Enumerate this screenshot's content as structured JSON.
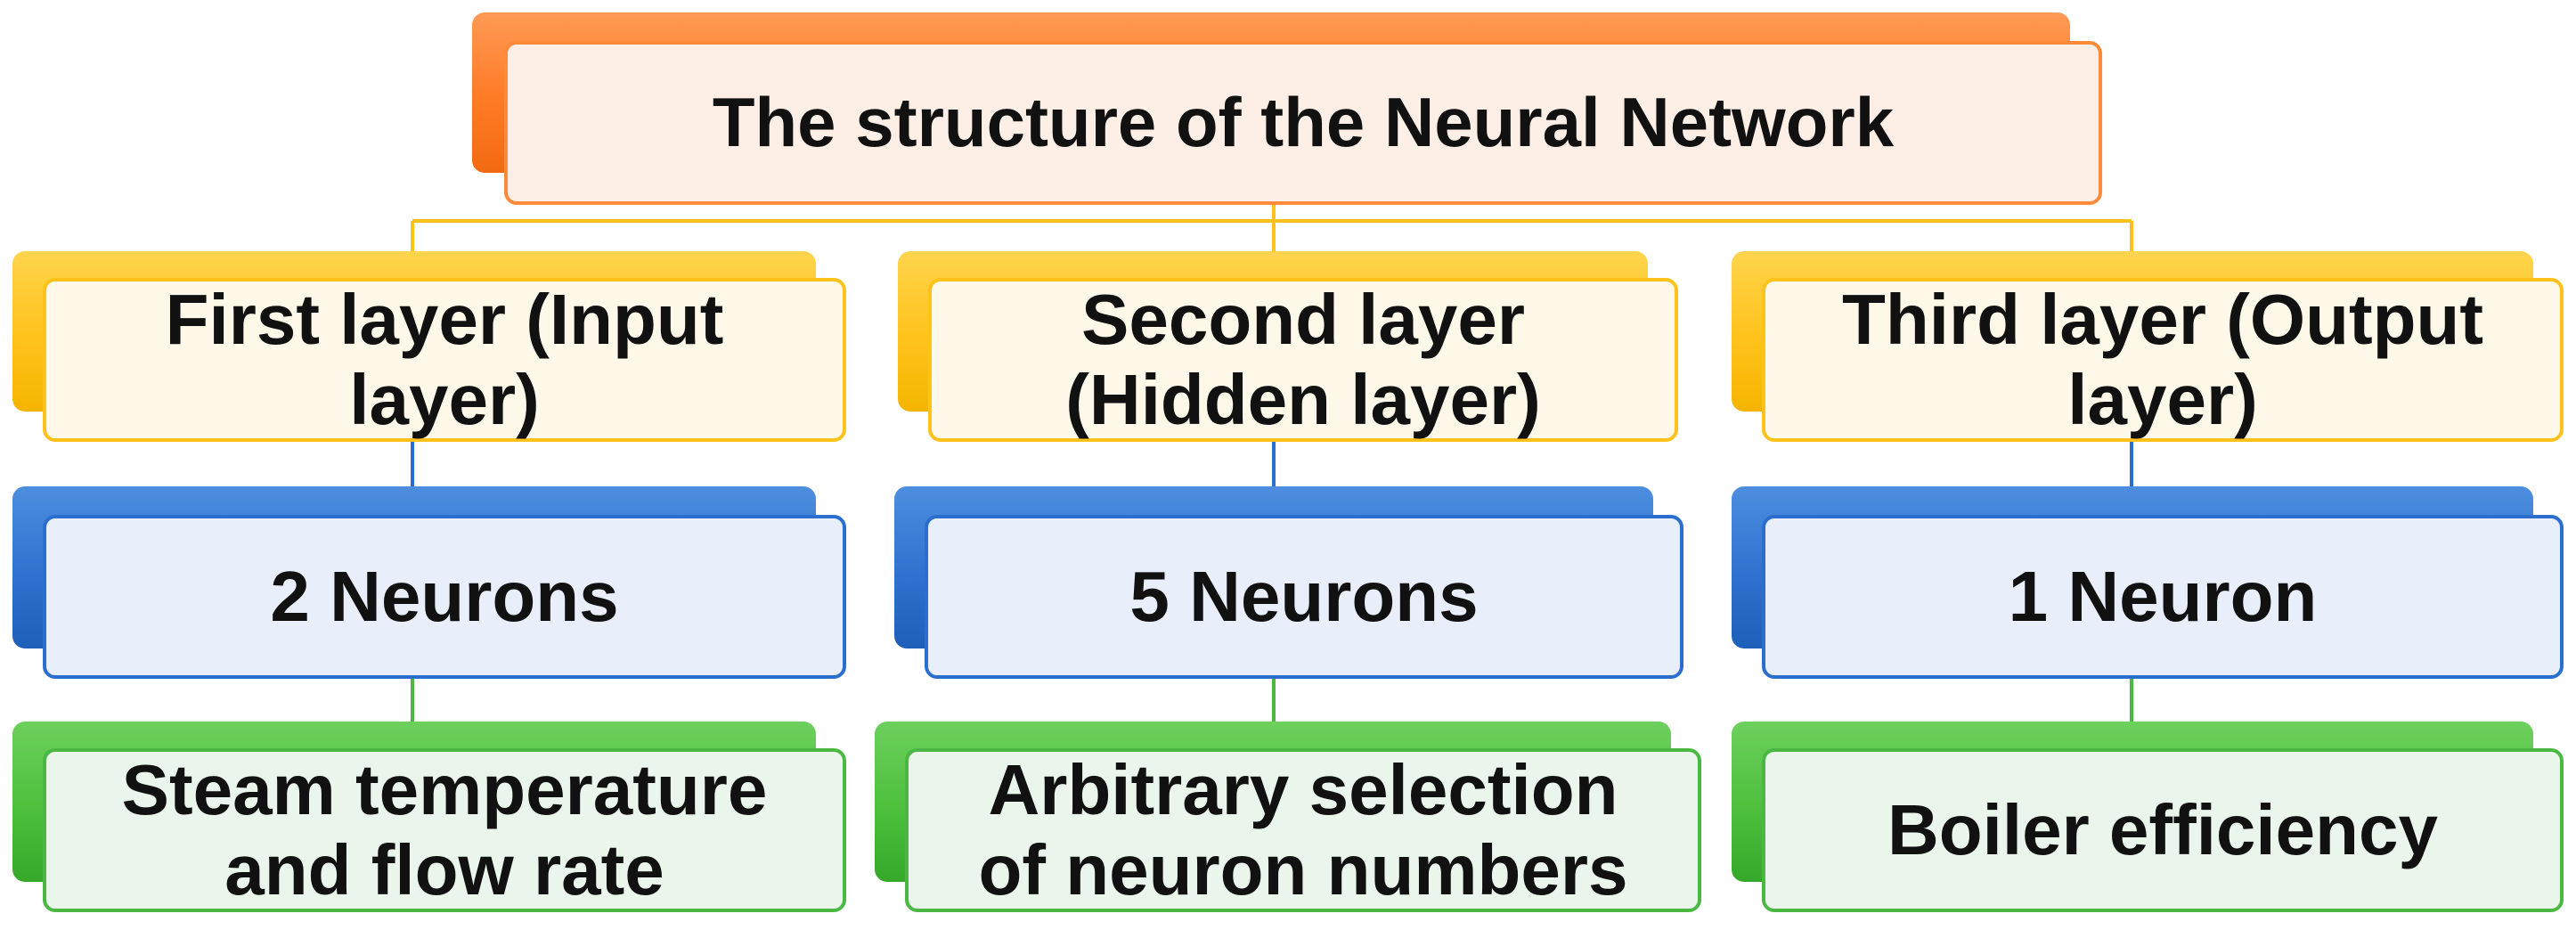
{
  "diagram": {
    "root": {
      "label": "The structure of the Neural Network"
    },
    "columns": [
      {
        "layer": [
          "First layer (Input",
          "layer)"
        ],
        "neurons": "2 Neurons",
        "description": [
          "Steam temperature",
          "and flow rate"
        ]
      },
      {
        "layer": [
          "Second layer",
          "(Hidden layer)"
        ],
        "neurons": "5 Neurons",
        "description": [
          "Arbitrary selection",
          "of neuron numbers"
        ]
      },
      {
        "layer": [
          "Third layer (Output",
          "layer)"
        ],
        "neurons": "1 Neuron",
        "description": [
          "Boiler efficiency"
        ]
      }
    ],
    "colors": {
      "root": "#ff8a3a",
      "layer": "#ffc21a",
      "neurons": "#2a6fd0",
      "description": "#4cb844"
    }
  }
}
